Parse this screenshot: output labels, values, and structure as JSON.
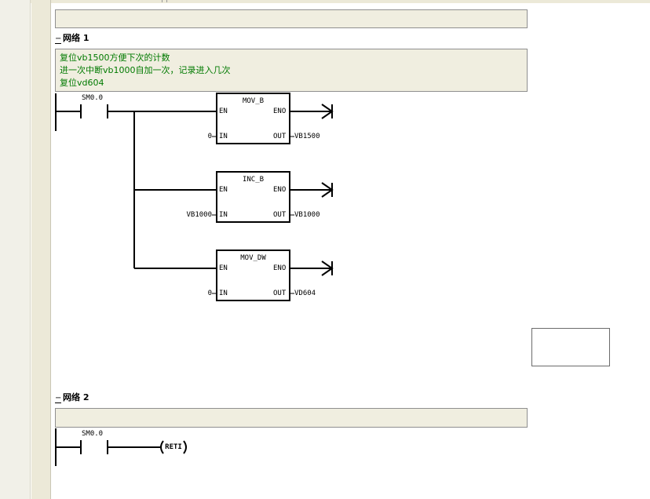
{
  "networks": [
    {
      "title": "网络 1",
      "collapse_symbol": "−",
      "comment_lines": [
        "复位vb1500方便下次的计数",
        "进一次中断vb1000自加一次，记录进入几次",
        "复位vd604"
      ],
      "contact": "SM0.0",
      "boxes": [
        {
          "name": "MOV_B",
          "en": "EN",
          "eno": "ENO",
          "in_pin": "IN",
          "out_pin": "OUT",
          "in_value": "0",
          "out_value": "VB1500"
        },
        {
          "name": "INC_B",
          "en": "EN",
          "eno": "ENO",
          "in_pin": "IN",
          "out_pin": "OUT",
          "in_value": "VB1000",
          "out_value": "VB1000"
        },
        {
          "name": "MOV_DW",
          "en": "EN",
          "eno": "ENO",
          "in_pin": "IN",
          "out_pin": "OUT",
          "in_value": "0",
          "out_value": "VD604"
        }
      ]
    },
    {
      "title": "网络 2",
      "collapse_symbol": "−",
      "contact": "SM0.0",
      "coil": "RETI"
    }
  ]
}
